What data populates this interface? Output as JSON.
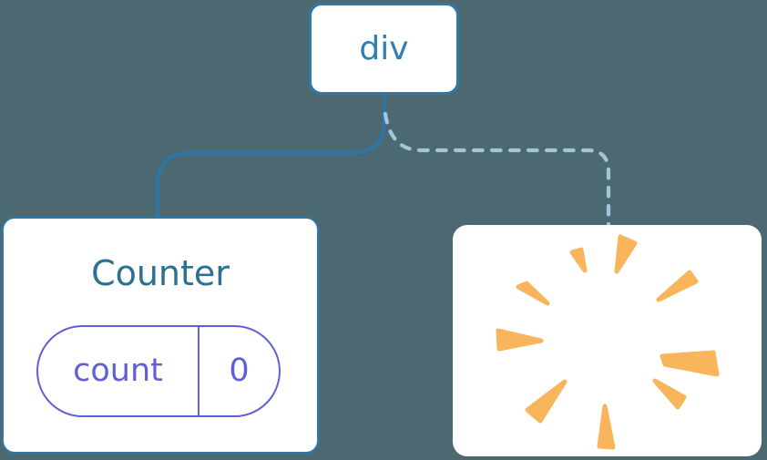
{
  "diagram": {
    "description": "React render tree: div parent with Counter child kept (solid edge) and a removed child shown as a poof explosion (dashed edge)"
  },
  "tree": {
    "root": {
      "label": "div"
    },
    "children": [
      {
        "id": "counter",
        "title": "Counter",
        "state": {
          "key": "count",
          "value": "0"
        },
        "edge": "solid",
        "highlighted": true
      },
      {
        "id": "removed",
        "icon": "poof-explosion-icon",
        "edge": "dashed",
        "highlighted": false
      }
    ]
  },
  "colors": {
    "background": "#4c6971",
    "node_border_blue": "#2b7aad",
    "root_label_text": "#2f7fb3",
    "counter_title_text": "#2b7193",
    "state_pill_purple": "#6060d6",
    "solid_edge": "#2b77ab",
    "dashed_edge": "#a4c4d9",
    "poof_orange": "#f8b55b",
    "card_background": "#ffffff"
  }
}
